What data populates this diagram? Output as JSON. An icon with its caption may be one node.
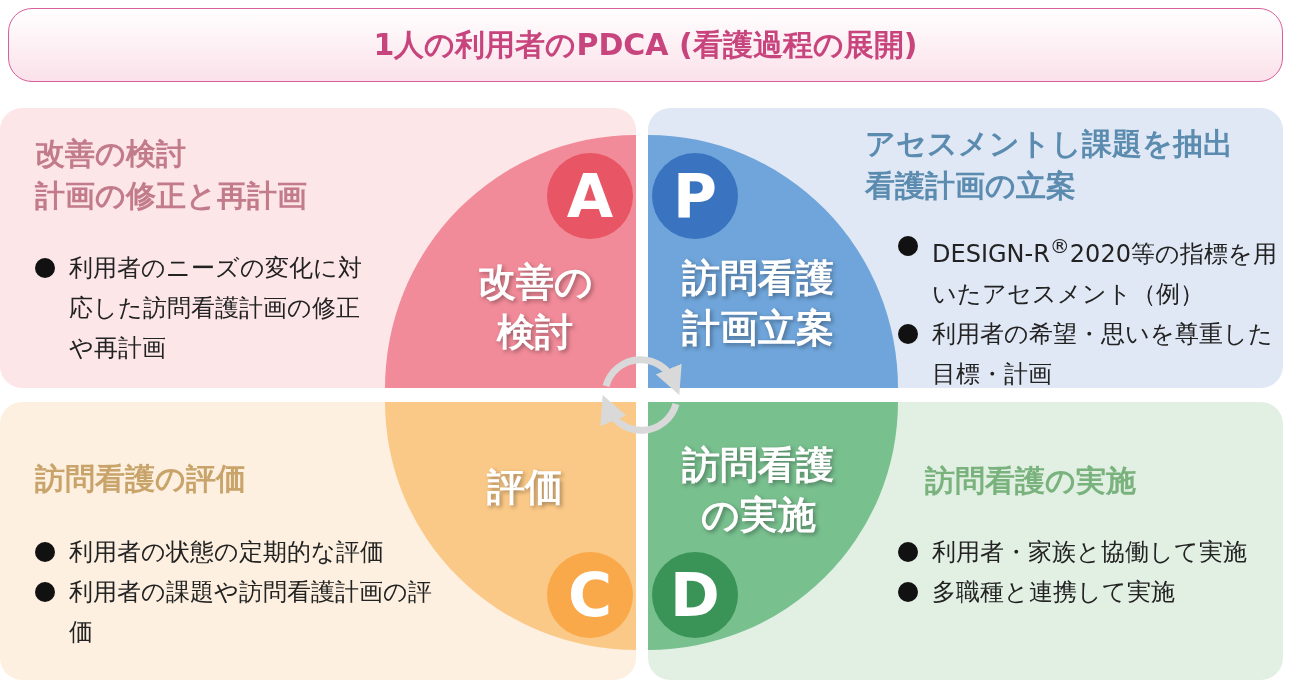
{
  "diagram": {
    "title": "1人の利用者のPDCA (看護過程の展開)",
    "nodes": [
      {
        "text": [
          "改善の検討",
          "計画の修正と再計画",
          "利用者のニーズの変化に対応した訪問看護計画の修正や再計画"
        ]
      },
      {
        "text": [
          "改善の検討"
        ],
        "in": 0
      },
      {
        "text": [
          "A"
        ],
        "in": 1
      },
      {
        "text": [
          "アセスメントし課題を抽出",
          "看護計画の立案",
          "DESIGN-R$^{®}$2020等の指標を用いたアセスメント（例）",
          "利用者の希望・思いを尊重した目標・計画"
        ]
      },
      {
        "text": [
          "訪問看護計画立案"
        ],
        "in": 3
      },
      {
        "text": [
          "P"
        ],
        "in": 4
      },
      {
        "text": [
          "訪問看護の評価",
          "利用者の状態の定期的な評価",
          "利用者の課題や訪問看護計画の評価"
        ]
      },
      {
        "text": [
          "評価"
        ],
        "in": 6
      },
      {
        "text": [
          "C"
        ],
        "in": 7
      },
      {
        "text": [
          "訪問看護の実施",
          "利用者・家族と協働して実施",
          "多職種と連携して実施"
        ]
      },
      {
        "text": [
          "訪問看護の実施"
        ],
        "in": 9
      },
      {
        "text": [
          "D"
        ],
        "in": 10
      }
    ],
    "edges": [
      {
        "from": 1,
        "to": 4,
        "arrow": "to"
      },
      {
        "from": 10,
        "to": 7,
        "arrow": "to"
      }
    ]
  }
}
